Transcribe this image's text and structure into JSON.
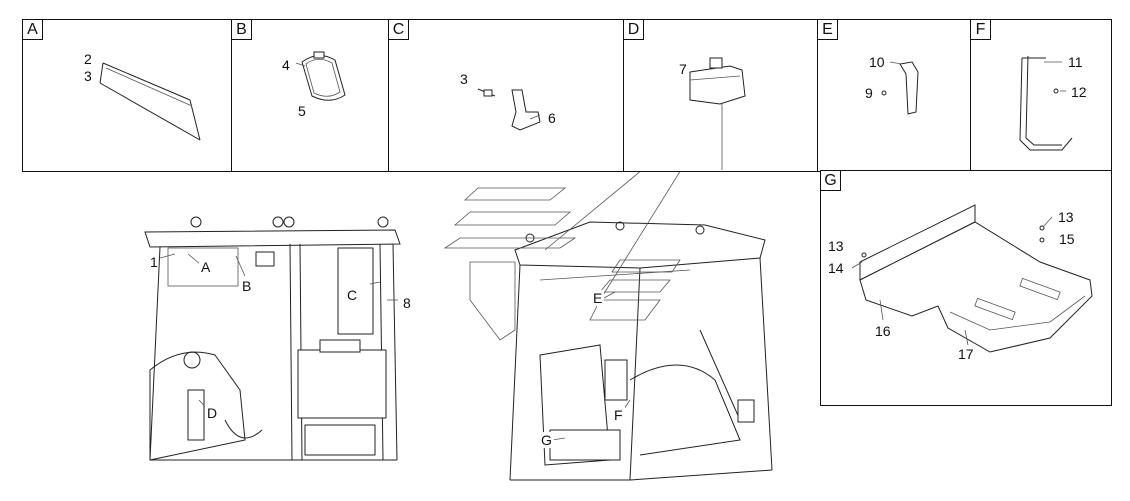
{
  "panels": {
    "A": {
      "tag": "A",
      "callouts": [
        "2",
        "3"
      ]
    },
    "B": {
      "tag": "B",
      "callouts": [
        "4",
        "5"
      ]
    },
    "C": {
      "tag": "C",
      "callouts": [
        "3",
        "6"
      ]
    },
    "D": {
      "tag": "D",
      "callouts": [
        "7"
      ]
    },
    "E": {
      "tag": "E",
      "callouts": [
        "10",
        "9"
      ]
    },
    "F": {
      "tag": "F",
      "callouts": [
        "11",
        "12"
      ]
    },
    "G": {
      "tag": "G",
      "callouts": [
        "13",
        "13",
        "15",
        "14",
        "16",
        "17"
      ]
    }
  },
  "cab_left": {
    "callouts": [
      "1",
      "8"
    ],
    "markers": [
      "A",
      "B",
      "C",
      "D"
    ]
  },
  "cab_right": {
    "markers": [
      "E",
      "F",
      "G"
    ]
  }
}
